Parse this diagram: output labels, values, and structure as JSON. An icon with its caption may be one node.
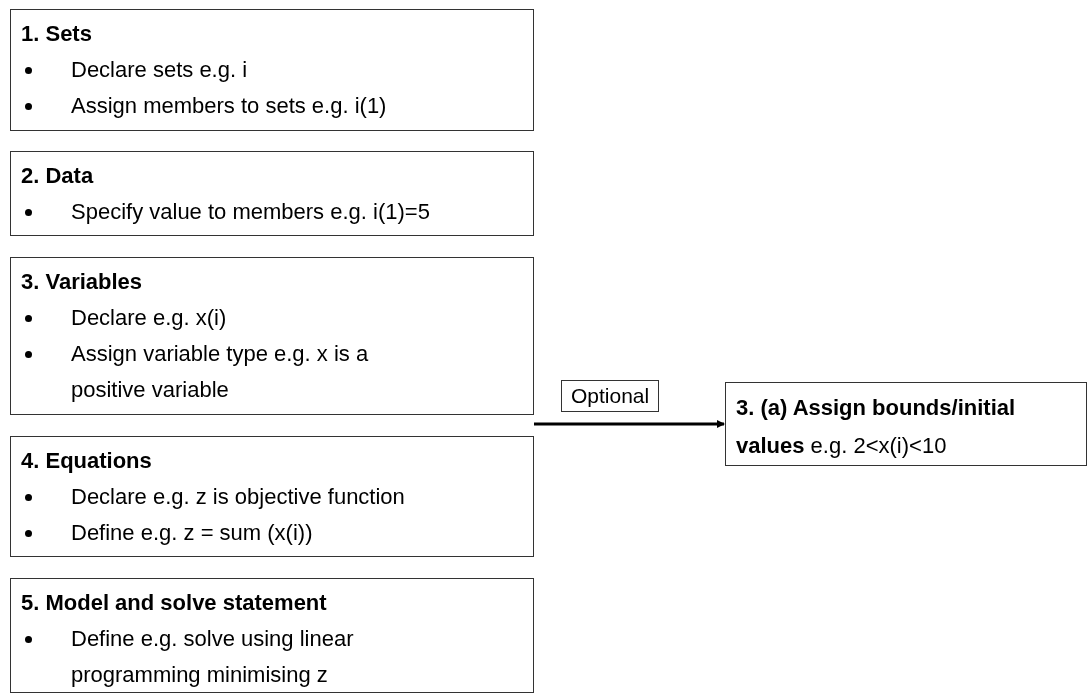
{
  "diagram": {
    "nodes": [
      {
        "text": [
          "1. Sets",
          "Declare sets e.g. i",
          "Assign members to sets e.g. i(1)"
        ]
      },
      {
        "text": [
          "2. Data",
          "Specify value to members e.g. i(1)=5"
        ]
      },
      {
        "text": [
          "3. Variables",
          "Declare e.g. x(i)",
          "Assign variable type e.g. x is a positive variable"
        ]
      },
      {
        "text": [
          "4. Equations",
          "Declare e.g. z is objective function",
          "Define e.g. z = sum (x(i))"
        ]
      },
      {
        "text": [
          "5. Model and solve statement",
          "Define e.g. solve using linear programming minimising z"
        ]
      },
      {
        "text": [
          "**3. (a) Assign bounds/initial values**  e.g. 2<x(i)<10"
        ]
      }
    ],
    "edges": [
      {
        "from": 2,
        "to": 5,
        "arrow": "to",
        "label": "Optional"
      }
    ]
  }
}
